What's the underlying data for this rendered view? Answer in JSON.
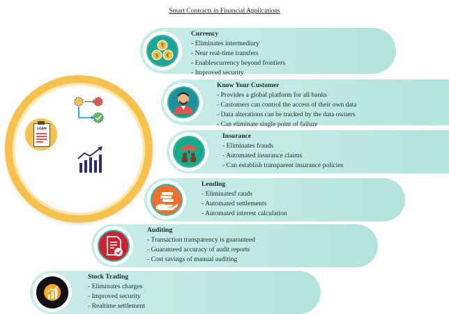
{
  "title": "Smart Contracts in Financial Applications",
  "center": {
    "loan_label": "LOAN"
  },
  "cards": [
    {
      "heading": "Currency",
      "lines": [
        "- Eliminates intermediary",
        "- Near real-time transfers",
        "- Enablescurrency beyond frontiers",
        "- Improved security"
      ],
      "icon": "currency-exchange-icon",
      "icon_color": "#1da493"
    },
    {
      "heading": "Know Your Customer",
      "lines": [
        "- Provides a global platform for all banks",
        "- Customers can control the access of their own data",
        "- Data alterations can be tracked by the data owners",
        "- Can eliminate single point of failure"
      ],
      "icon": "customer-person-icon",
      "icon_color": "#1f8f9a"
    },
    {
      "heading": "Insurance",
      "lines": [
        "- Eliminates frauds",
        "- Automated insurance claims",
        "- Can establish transparent insurance policies"
      ],
      "icon": "insurance-umbrella-icon",
      "icon_color": "#17a98a"
    },
    {
      "heading": "Lending",
      "lines": [
        "- Eliminatesf rauds",
        "- Automated settlements",
        "- Automated interest calculation"
      ],
      "icon": "lending-hand-icon",
      "icon_color": "#f07129"
    },
    {
      "heading": "Auditing",
      "lines": [
        "- Transaction transparency is guaranteed",
        "- Guaranteed accuracy of audit reports",
        "- Cost savings of manual auditing"
      ],
      "icon": "audit-document-icon",
      "icon_color": "#c9242f"
    },
    {
      "heading": "Stock Trading",
      "lines": [
        "- Eliminates charges",
        "- Improved security",
        "- Realtime settlement"
      ],
      "icon": "stock-chart-icon",
      "icon_color": "#f5a623"
    }
  ]
}
